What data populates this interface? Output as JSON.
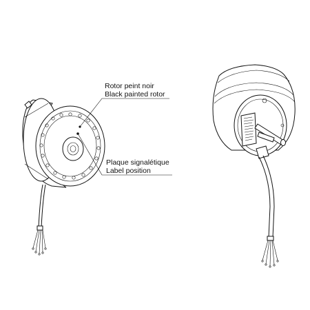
{
  "callouts": {
    "rotor": {
      "line1": "Rotor peint noir",
      "line2": "Black painted rotor"
    },
    "label": {
      "line1": "Plaque signalétique",
      "line2": "Label position"
    }
  },
  "views": [
    "front-view",
    "rear-view"
  ],
  "colors": {
    "line": "#111111",
    "background": "#ffffff"
  }
}
